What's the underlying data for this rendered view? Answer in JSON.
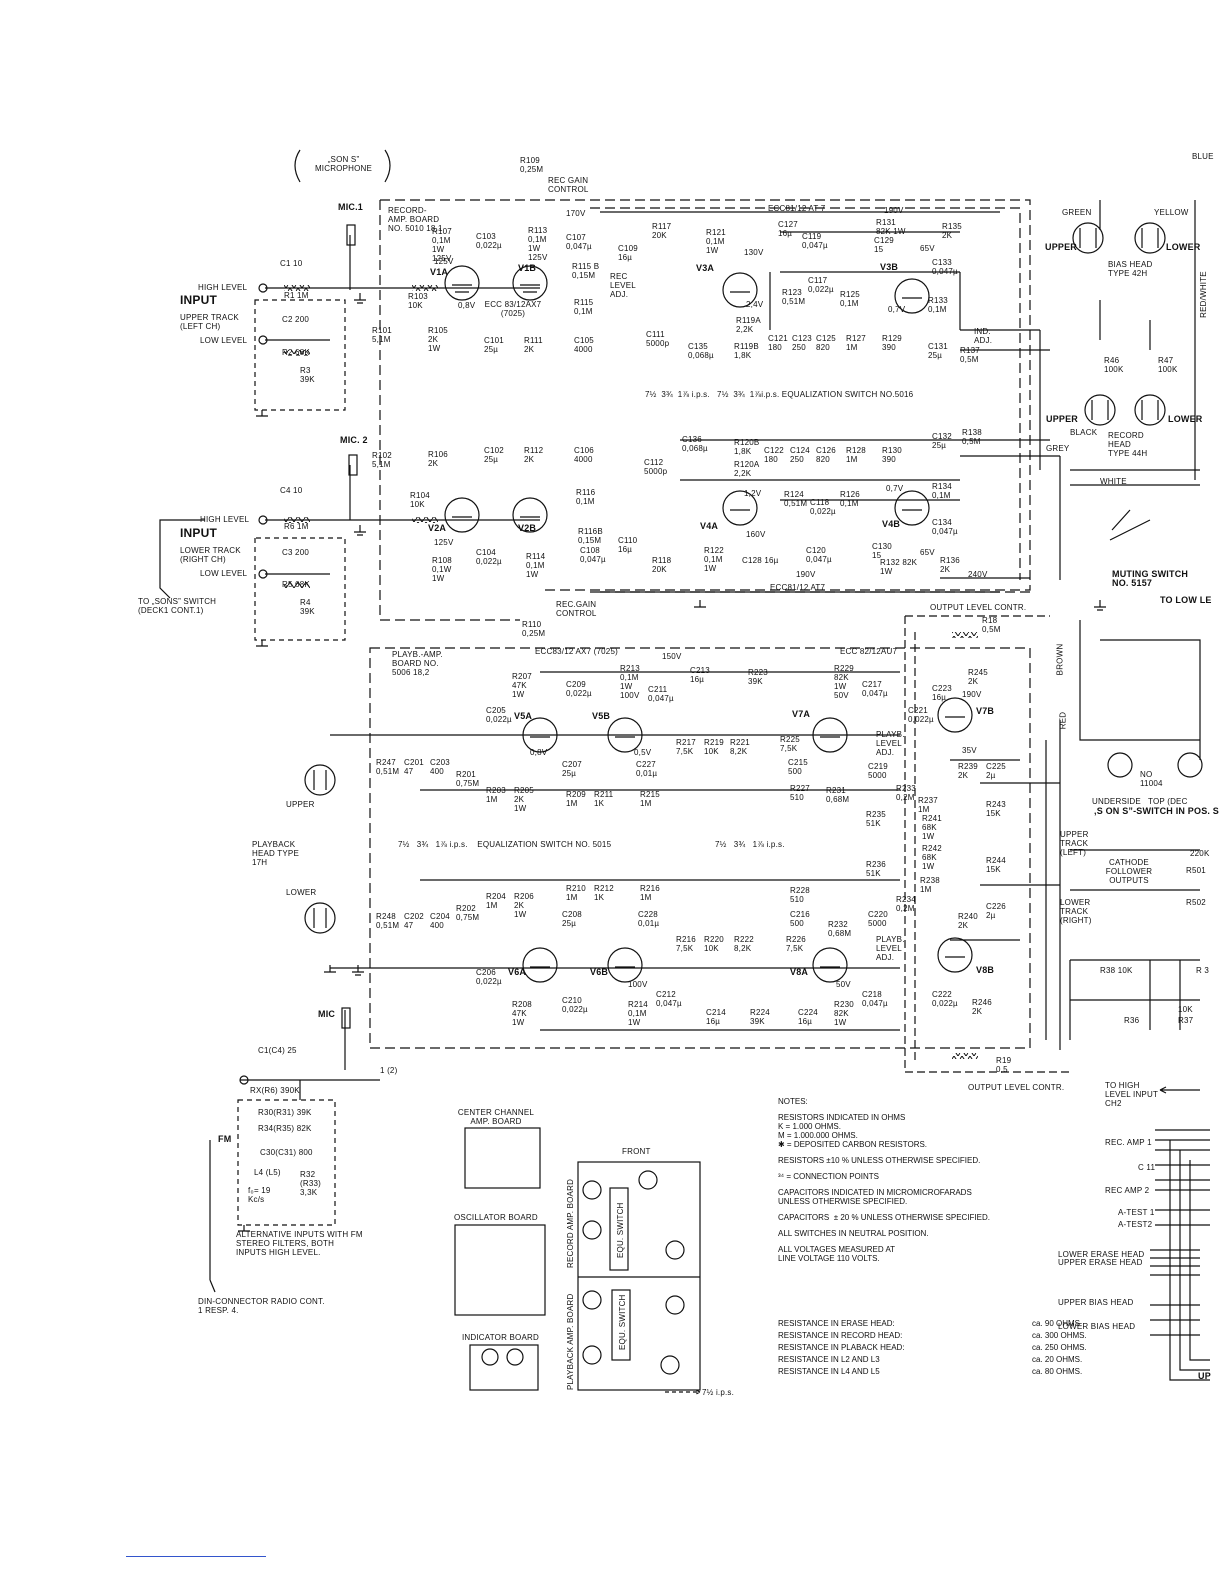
{
  "labels": {
    "sons_mic": "„SON S” MICROPHONE",
    "mic1": "MIC.1",
    "mic2": "MIC. 2",
    "mic_bottom": "MIC",
    "r109": "R109 0,25M",
    "rec_gain_control_top": "REC GAIN CONTROL",
    "record_amp_board": "RECORD-AMP. BOARD NO. 5010 18,1",
    "ecc81_top": "ECC81/12 AT 7",
    "ecc83_top": "ECC 83/12AX7 (7025)",
    "high_level_1": "HIGH LEVEL",
    "input_1": "INPUT",
    "upper_track": "UPPER TRACK (LEFT CH)",
    "low_level_1": "LOW LEVEL",
    "high_level_2": "HIGH LEVEL",
    "input_2": "INPUT",
    "lower_track": "LOWER TRACK (RIGHT CH)",
    "low_level_2": "LOW LEVEL",
    "to_sons_switch": "TO „SONS” SWITCH (DECK1 CONT.1)",
    "eq_switch_5016": "7½  3¾  1⅞ i.p.s.   7½  3¾  1⅞i.p.s. EQUALIZATION SWITCH NO.5016",
    "rec_gain_control_bottom": "REC.GAIN CONTROL",
    "r110": "R110 0,25M",
    "ecc81_bottom": "ECC81/12 AT7",
    "output_level_contr_top": "OUTPUT LEVEL CONTR.",
    "to_low_level": "TO LOW LE",
    "muting_switch": "MUTING SWITCH NO. 5157",
    "bias_head": "BIAS HEAD TYPE 42H",
    "record_head": "RECORD HEAD TYPE 44H",
    "upper_a": "UPPER",
    "lower_a": "LOWER",
    "upper_b": "UPPER",
    "lower_b": "LOWER",
    "playb_amp_board": "PLAYB.-AMP. BOARD NO. 5006 18,2",
    "ecc83_play": "ECC83/12 AX7 (7025)",
    "ecc82_play": "ECC 82/12AU7",
    "playback_head": "PLAYBACK HEAD TYPE 17H",
    "upper_play": "UPPER",
    "lower_play": "LOWER",
    "eq_switch_5015": "7½   3¾   1⅞ i.p.s.    EQUALIZATION SWITCH NO. 5015",
    "eq_switch_5015_right": "7½   3¾   1⅞ i.p.s.",
    "playb_level_adj_1": "PLAYB. LEVEL ADJ.",
    "playb_level_adj_2": "PLAYB. LEVEL ADJ.",
    "output_level_contr_bottom": "OUTPUT LEVEL CONTR.",
    "underside": "UNDERSIDE   TOP (DEC",
    "sons_switch_pos": ",S ON S”-SWITCH IN POS. S",
    "upper_track_right": "UPPER TRACK (LEFT)",
    "cathode_follower": "CATHODE FOLLOWER OUTPUTS",
    "lower_track_right": "LOWER TRACK (RIGHT)",
    "to_high_level": "TO HIGH LEVEL INPUT CH2",
    "fm": "FM",
    "alternative_inputs": "ALTERNATIVE INPUTS WITH FM STEREO FILTERS, BOTH INPUTS HIGH LEVEL.",
    "din_connector": "DIN-CONNECTOR RADIO CONT. 1 RESP. 4.",
    "center_channel": "CENTER CHANNEL AMP. BOARD",
    "oscillator_board": "OSCILLATOR BOARD",
    "indicator_board": "INDICATOR BOARD",
    "front": "FRONT",
    "record_amp_board_side": "RECORD AMP. BOARD",
    "playback_amp_board_side": "PLAYBACK AMP. BOARD",
    "equ_switch": "EQU. SWITCH",
    "ips_75": "7½ i.p.s.",
    "upper_erase": "UPPER ERASE HEAD",
    "lower_erase": "LOWER ERASE HEAD",
    "upper_bias": "UPPER BIAS HEAD",
    "lower_bias": "LOWER BIAS HEAD",
    "rec_amp1": "REC. AMP 1",
    "c11": "C 11",
    "rec_amp2": "REC AMP 2",
    "a_test1": "A-TEST 1",
    "a_test2": "A-TEST2",
    "up": "UP"
  },
  "notes": {
    "heading": "NOTES:",
    "n1": "RESISTORS INDICATED IN OHMS\nK = 1.000 OHMS.\nM = 1.000.000 OHMS.\n✱ = DEPOSITED CARBON RESISTORS.",
    "n2": "RESISTORS ±10 % UNLESS OTHERWISE SPECIFIED.",
    "n3": "³⁴ = CONNECTION POINTS",
    "n4": "CAPACITORS INDICATED IN MICROMICROFARADS\nUNLESS OTHERWISE SPECIFIED.",
    "n5": "CAPACITORS  ± 20 % UNLESS OTHERWISE SPECIFIED.",
    "n6": "ALL SWITCHES IN NEUTRAL POSITION.",
    "n7": "ALL VOLTAGES MEASURED AT\nLINE VOLTAGE 110 VOLTS.",
    "resistance": [
      {
        "label": "RESISTANCE   IN ERASE HEAD:",
        "value": "ca. 90 OHMS."
      },
      {
        "label": "RESISTANCE   IN RECORD HEAD:",
        "value": "ca. 300 OHMS."
      },
      {
        "label": "RESISTANCE   IN PLABACK HEAD:",
        "value": "ca. 250 OHMS."
      },
      {
        "label": "RESISTANCE   IN L2 AND L3",
        "value": "ca.  20 OHMS."
      },
      {
        "label": "RESISTANCE   IN L4 AND L5",
        "value": "ca.  80 OHMS."
      }
    ]
  },
  "components": {
    "tubes": [
      "V1A",
      "V1B",
      "V2A",
      "V2B",
      "V3A",
      "V3B",
      "V4A",
      "V4B",
      "V5A",
      "V5B",
      "V6A",
      "V6B",
      "V7A",
      "V7B",
      "V8A",
      "V8B"
    ],
    "rec_top": [
      "R1 1M",
      "C1 10",
      "C2 200",
      "R2 68K",
      "R3 39K",
      "R103 10K",
      "R101 5,1M",
      "R105 2K 1W",
      "R107 0,1M 1W 125V",
      "C103 0,022µ",
      "C101 25µ",
      "R111 2K",
      "C105 4000",
      "R113 0,1M 1W 125V",
      "C107 0,047µ",
      "R115 B 0,15M",
      "R115 0,1M",
      "REC LEVEL ADJ.",
      "C109 16µ",
      "R117 20K",
      "R121 0,1M 1W",
      "C127 16µ",
      "C119 0,047µ",
      "R131 82K 1W",
      "C129 15",
      "R135 2K",
      "C133 0,047µ",
      "R133 0,1M",
      "R137 0,5M",
      "C131 25µ",
      "IND. ADJ.",
      "C117 0,022µ",
      "R123 0,51M",
      "R125 0,1M",
      "C111 5000p",
      "C135 0,068µ",
      "R119A 2,2K",
      "R119B 1,8K",
      "C121 180",
      "C123 250",
      "C125 820",
      "R127 1M",
      "R129 390",
      "130V",
      "170V",
      "190V",
      "65V",
      "2,4V",
      "0,7V",
      "125V",
      "0,8V"
    ],
    "rec_bottom": [
      "C4 10",
      "R6 1M",
      "C3 200",
      "R5 68K",
      "R4 39K",
      "R102 5,1M",
      "R104 10K",
      "R106 2K",
      "C102 25µ",
      "R108 0,1W 1W",
      "C104 0,022µ",
      "R112 2K",
      "C106 4000",
      "R114 0,1M 1W",
      "R116 0,1M",
      "R116B 0,15M",
      "C108 0,047µ",
      "C110 16µ",
      "R118 20K",
      "R122 0,1M 1W",
      "C128 16µ",
      "C120 0,047µ",
      "R132 82K 1W",
      "C130 15",
      "R136 2K",
      "C134 0,047µ",
      "R134 0,1M",
      "R138 0,5M",
      "C132 25µ",
      "C136 0,068µ",
      "C112 5000p",
      "R120B 1,8K",
      "R120A 2,2K",
      "C122 180",
      "C124 250",
      "C126 820",
      "R128 1M",
      "R130 390",
      "R124 0,51M",
      "C118 0,022µ",
      "R126 0,1M",
      "1,2V",
      "0,7V",
      "160V",
      "190V",
      "240V",
      "65V",
      "125V"
    ],
    "play": [
      "R207 47K 1W",
      "C209 0,022µ",
      "R213 0,1M 1W 100V",
      "C211 0,047µ",
      "C213 16µ",
      "R223 39K",
      "R229 82K 1W 50V",
      "C217 0,047µ",
      "R245 2K",
      "C223 16µ",
      "C205 0,022µ",
      "R247 0,51M",
      "C201 47",
      "C203 400",
      "R201 0,75M",
      "R203 1M",
      "R205 2K 1W",
      "C207 25µ",
      "R209 1M",
      "R211 1K",
      "C227 0,01µ",
      "R215 1M",
      "R217 7,5K",
      "R219 10K",
      "R221 8,2K",
      "R225 7,5K",
      "C215 500",
      "R227 510",
      "R231 0,68M",
      "C219 5000",
      "R233 0,2M",
      "C221 0,022µ",
      "R235 51K",
      "R237 1M",
      "R241 68K 1W",
      "R239 2K",
      "C225 2µ",
      "R243 15K",
      "R248 0,51M",
      "C202 47",
      "C204 400",
      "R202 0,75M",
      "R204 1M",
      "R206 2K 1W",
      "C208 25µ",
      "R210 1M",
      "R212 1K",
      "C228 0,01µ",
      "R216 1M",
      "R216 7,5K",
      "R220 10K",
      "R222 8,2K",
      "R228 510",
      "C216 500",
      "R226 7,5K",
      "R232 0,68M",
      "C220 5000",
      "R234 0,2M",
      "R236 51K",
      "R238 1M",
      "R242 68K 1W",
      "R240 2K",
      "C226 2µ",
      "R244 15K",
      "C206 0,022µ",
      "R208 47K 1W",
      "C210 0,022µ",
      "R214 0,1M 1W",
      "C212 0,047µ",
      "C214 16µ",
      "R224 39K",
      "C224 16µ",
      "R230 82K 1W",
      "C218 0,047µ",
      "C222 0,022µ",
      "R246 2K",
      "R18 0,5M",
      "R19 0,5",
      "150V",
      "190V",
      "35V",
      "0,8V",
      "0,5V",
      "100V",
      "50V"
    ],
    "right": [
      "R46 100K",
      "R47 100K",
      "GREEN",
      "YELLOW",
      "BLACK",
      "RED",
      "WHITE",
      "GREY",
      "BLUE",
      "BROWN",
      "RED/WHITE",
      "NO 11004",
      "R501",
      "220K",
      "R502",
      "R38 10K",
      "R36",
      "R37",
      "10K",
      "R 3"
    ],
    "fm": [
      "C1(C4) 25",
      "RX(R6) 390K",
      "R30(R31) 39K",
      "R34(R35) 82K",
      "C30(C31) 800",
      "L4 (L5)",
      "f₀= 19 Kc/s",
      "R32 (R33) 3,3K",
      "1 (2)"
    ]
  }
}
